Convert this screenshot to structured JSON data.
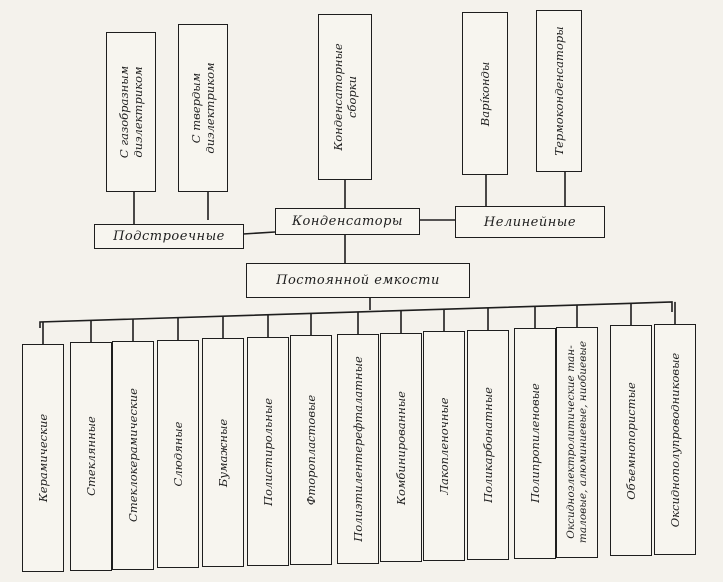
{
  "center": "Конденсаторы",
  "left_group": "Подстроечные",
  "right_group": "Нелинейные",
  "fixed_group": "Постоянной емкости",
  "trimmer": {
    "gas": [
      "С газобразным",
      "диэлектриком"
    ],
    "solid": [
      "С твердым",
      "диэлектриком"
    ]
  },
  "assemblies": [
    "Конденсаторные",
    "сборки"
  ],
  "nonlinear": {
    "varicond": "Варíконды",
    "thermo": "Термоконденсаторы"
  },
  "fixed_types": [
    "Керамические",
    "Стеклянные",
    "Стеклокерамические",
    "Слюдяные",
    "Бумажные",
    "Полистирольные",
    "Фторопластовые",
    "Полиэтилентерефталатные",
    "Комбинированные",
    "Лакопленочные",
    "Поликарбонатные",
    "Полипропиленовые",
    [
      "Оксидноэлектролитические тан-",
      "таловые, алюминиевые, ниобиевые"
    ],
    "Объемнопористые",
    "Оксиднополупроводниковые"
  ]
}
